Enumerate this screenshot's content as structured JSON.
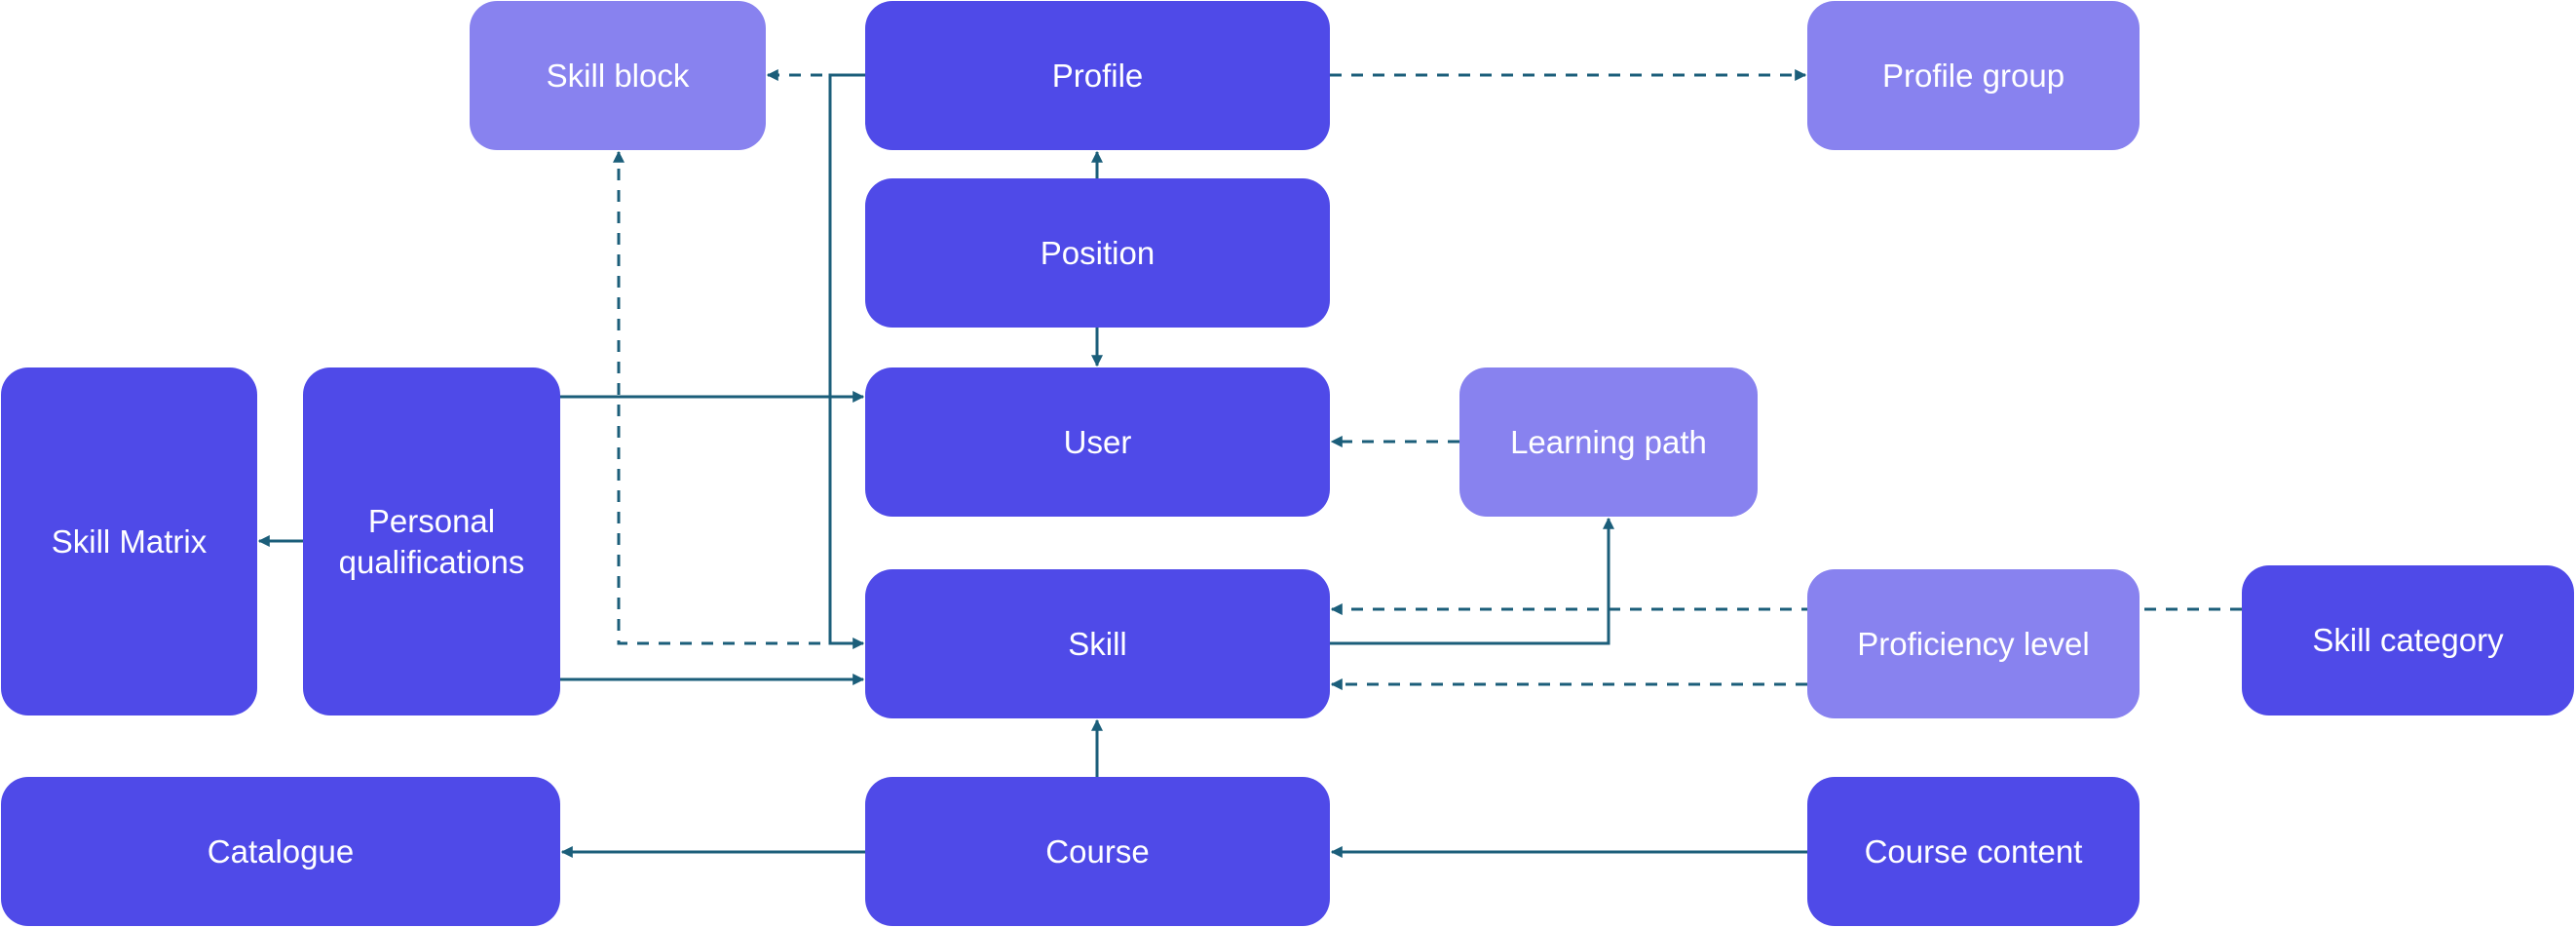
{
  "diagram": {
    "colors": {
      "primary": "#4F4AE8",
      "secondary": "#8882EF",
      "connector": "#1B5E7A",
      "label": "#FFFFFF",
      "background": "#FFFFFF"
    },
    "nodes": [
      {
        "id": "skill-block",
        "label": "Skill block",
        "style": "secondary"
      },
      {
        "id": "profile",
        "label": "Profile",
        "style": "primary"
      },
      {
        "id": "profile-group",
        "label": "Profile group",
        "style": "secondary"
      },
      {
        "id": "position",
        "label": "Position",
        "style": "primary"
      },
      {
        "id": "skill-matrix",
        "label": "Skill Matrix",
        "style": "primary"
      },
      {
        "id": "personal-qualifications",
        "label": "Personal\nqualifications",
        "style": "primary"
      },
      {
        "id": "user",
        "label": "User",
        "style": "primary"
      },
      {
        "id": "learning-path",
        "label": "Learning path",
        "style": "secondary"
      },
      {
        "id": "skill",
        "label": "Skill",
        "style": "primary"
      },
      {
        "id": "proficiency-level",
        "label": "Proficiency level",
        "style": "secondary"
      },
      {
        "id": "skill-category",
        "label": "Skill category",
        "style": "primary"
      },
      {
        "id": "catalogue",
        "label": "Catalogue",
        "style": "primary"
      },
      {
        "id": "course",
        "label": "Course",
        "style": "primary"
      },
      {
        "id": "course-content",
        "label": "Course content",
        "style": "primary"
      }
    ],
    "edges": [
      {
        "from": "profile",
        "to": "skill-block",
        "style": "dashed",
        "arrow": true
      },
      {
        "from": "profile",
        "to": "profile-group",
        "style": "dashed",
        "arrow": true
      },
      {
        "from": "profile",
        "to": "skill",
        "style": "solid",
        "arrow": true
      },
      {
        "from": "position",
        "to": "profile",
        "style": "solid",
        "arrow": true
      },
      {
        "from": "position",
        "to": "user",
        "style": "solid",
        "arrow": true
      },
      {
        "from": "personal-qualifications",
        "to": "skill-matrix",
        "style": "solid",
        "arrow": true
      },
      {
        "from": "personal-qualifications",
        "to": "user",
        "style": "solid",
        "arrow": true
      },
      {
        "from": "personal-qualifications",
        "to": "skill",
        "style": "solid",
        "arrow": true
      },
      {
        "from": "skill",
        "to": "skill-block",
        "style": "dashed",
        "arrow": true
      },
      {
        "from": "learning-path",
        "to": "user",
        "style": "dashed",
        "arrow": true
      },
      {
        "from": "skill",
        "to": "learning-path",
        "style": "solid",
        "arrow": true
      },
      {
        "from": "proficiency-level",
        "to": "skill",
        "style": "dashed",
        "arrow": true
      },
      {
        "from": "skill-category",
        "to": "skill",
        "style": "dashed",
        "arrow": true
      },
      {
        "from": "course",
        "to": "skill",
        "style": "solid",
        "arrow": true
      },
      {
        "from": "course",
        "to": "catalogue",
        "style": "solid",
        "arrow": true
      },
      {
        "from": "course-content",
        "to": "course",
        "style": "solid",
        "arrow": true
      }
    ]
  }
}
